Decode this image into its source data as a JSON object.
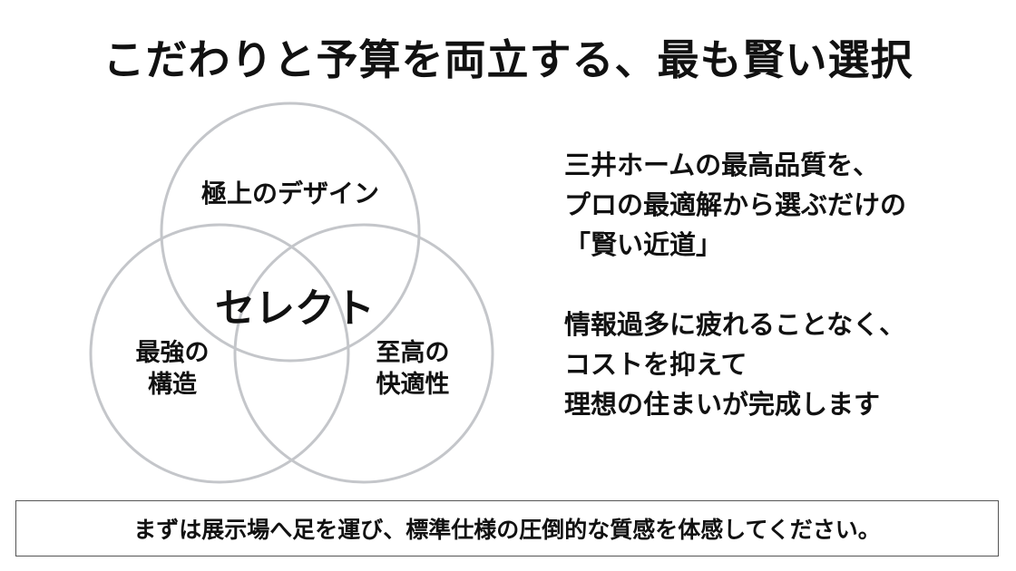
{
  "title": "こだわりと予算を両立する、最も賢い選択",
  "venn": {
    "top": "極上のデザイン",
    "center": "セレクト",
    "left": [
      "最強の",
      "構造"
    ],
    "right": [
      "至高の",
      "快適性"
    ],
    "circle_color": "#c4c6ca"
  },
  "right_text": {
    "para1": [
      "三井ホームの最高品質を、",
      "プロの最適解から選ぶだけの",
      "「賢い近道」"
    ],
    "para2": [
      "情報過多に疲れることなく、",
      "コストを抑えて",
      "理想の住まいが完成します"
    ]
  },
  "footer": "まずは展示場へ足を運び、標準仕様の圧倒的な質感を体感してください。"
}
